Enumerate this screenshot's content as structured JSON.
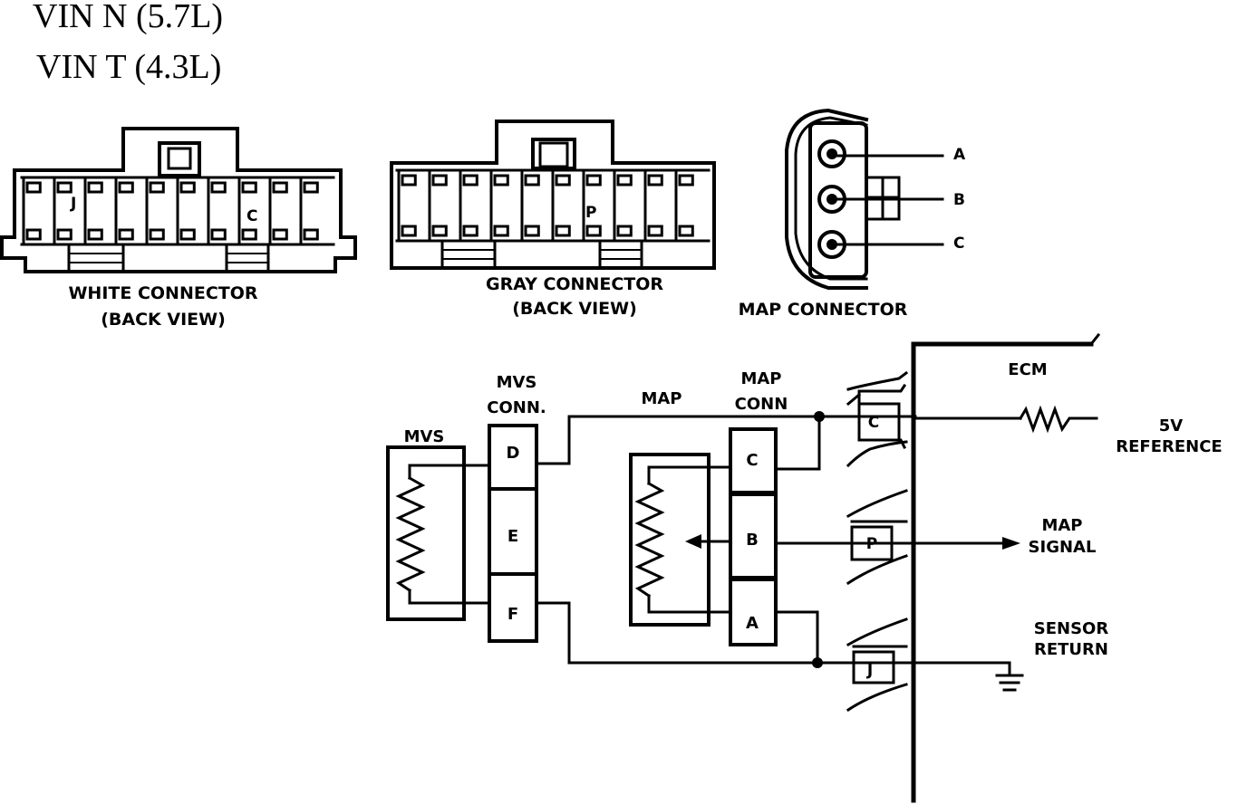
{
  "header": {
    "line1": "VIN  N  (5.7L)",
    "line2": "VIN  T  (4.3L)"
  },
  "connectors": {
    "white": {
      "title": "WHITE CONNECTOR",
      "subtitle": "(BACK VIEW)",
      "pin_left": "J",
      "pin_right": "C"
    },
    "gray": {
      "title": "GRAY CONNECTOR",
      "subtitle": "(BACK VIEW)",
      "pin": "P"
    },
    "map": {
      "title": "MAP CONNECTOR",
      "pins": [
        "A",
        "B",
        "C"
      ]
    }
  },
  "schematic": {
    "mvs_label": "MVS",
    "mvs_conn_line1": "MVS",
    "mvs_conn_line2": "CONN.",
    "mvs_pins": [
      "D",
      "E",
      "F"
    ],
    "map_label": "MAP",
    "map_conn_line1": "MAP",
    "map_conn_line2": "CONN",
    "map_pins": [
      "C",
      "B",
      "A"
    ],
    "ecm_label": "ECM",
    "ecm_pins": [
      "C",
      "P",
      "J"
    ],
    "ref_line1": "5V",
    "ref_line2": "REFERENCE",
    "signal_line1": "MAP",
    "signal_line2": "SIGNAL",
    "return_line1": "SENSOR",
    "return_line2": "RETURN"
  }
}
